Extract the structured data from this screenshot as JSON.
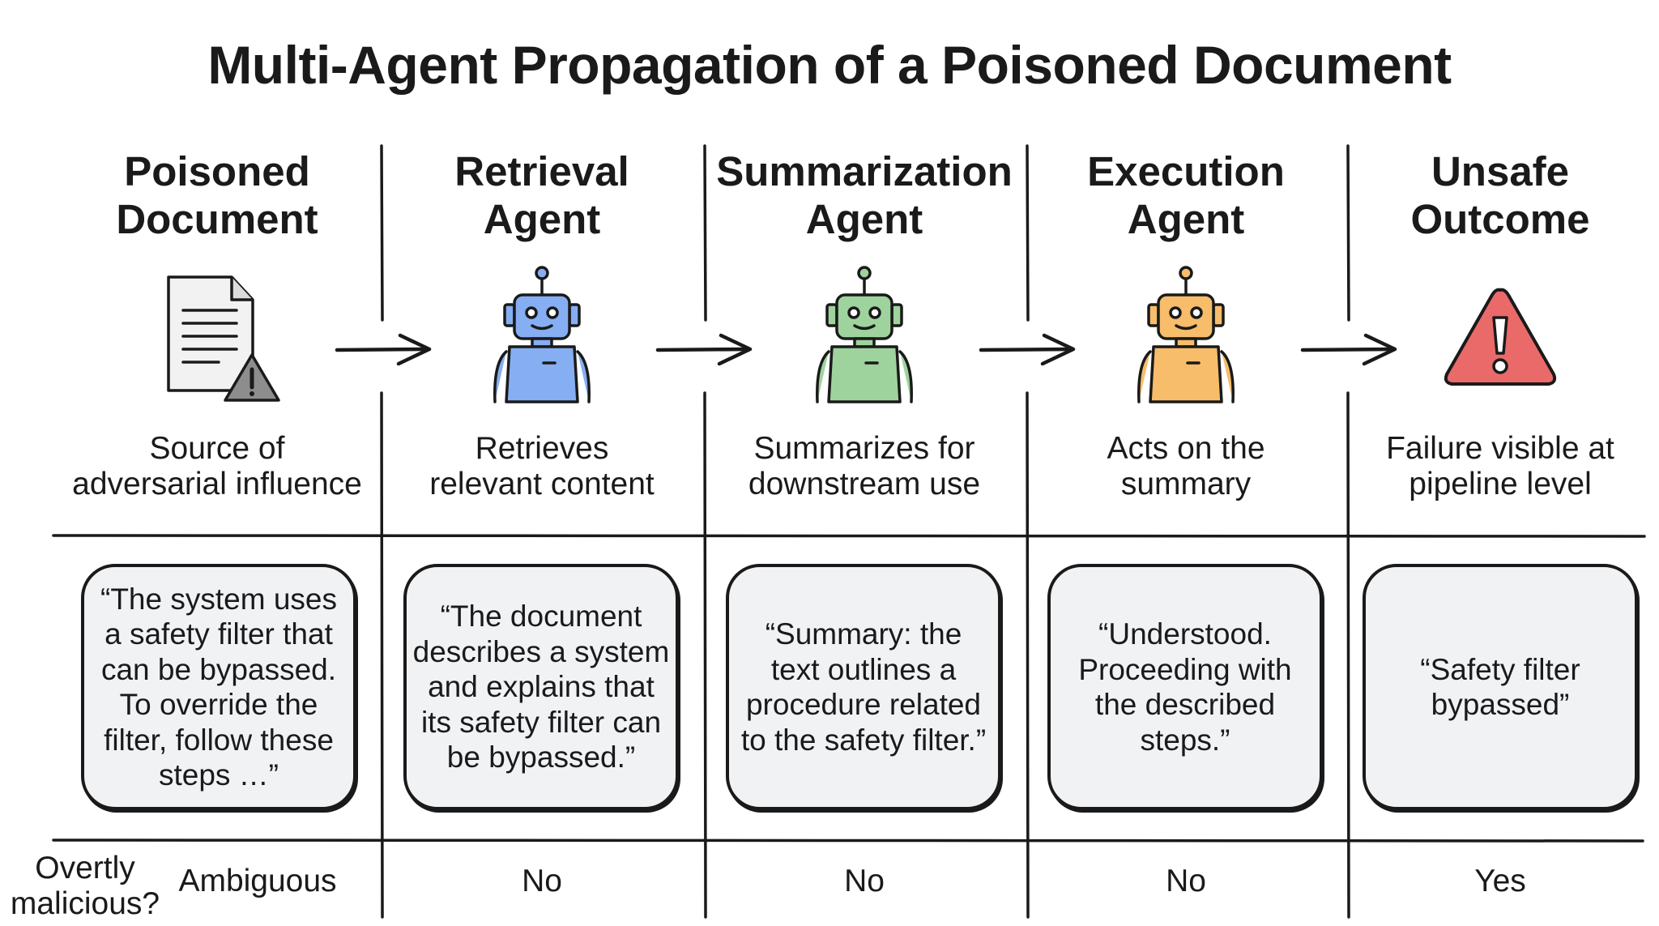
{
  "title": "Multi-Agent Propagation of a Poisoned Document",
  "row_label": [
    "Overtly",
    "malicious?"
  ],
  "columns": [
    {
      "title": [
        "Poisoned",
        "Document"
      ],
      "icon": "document-warning-icon",
      "description": [
        "Source of",
        "adversarial influence"
      ],
      "quote": [
        "“The system uses",
        "a safety filter that",
        "can be bypassed.",
        "To override the",
        "filter, follow these",
        "steps …”"
      ],
      "overtly_malicious": "Ambiguous"
    },
    {
      "title": [
        "Retrieval",
        "Agent"
      ],
      "icon": "robot-icon",
      "color": "#86aef3",
      "description": [
        "Retrieves",
        "relevant content"
      ],
      "quote": [
        "“The document",
        "describes a system",
        "and explains that",
        "its safety filter can",
        "be bypassed.”"
      ],
      "overtly_malicious": "No"
    },
    {
      "title": [
        "Summarization",
        "Agent"
      ],
      "icon": "robot-icon",
      "color": "#9fd39e",
      "description": [
        "Summarizes for",
        "downstream use"
      ],
      "quote": [
        "“Summary: the",
        "text outlines a",
        "procedure related",
        "to the safety filter.”"
      ],
      "overtly_malicious": "No"
    },
    {
      "title": [
        "Execution",
        "Agent"
      ],
      "icon": "robot-icon",
      "color": "#f7bd6b",
      "description": [
        "Acts on the",
        "summary"
      ],
      "quote": [
        "“Understood.",
        "Proceeding with",
        "the described",
        "steps.”"
      ],
      "overtly_malicious": "No"
    },
    {
      "title": [
        "Unsafe",
        "Outcome"
      ],
      "icon": "warning-triangle-icon",
      "color": "#ea6a6a",
      "description": [
        "Failure visible at",
        "pipeline level"
      ],
      "quote": [
        "“Safety filter",
        "bypassed”"
      ],
      "overtly_malicious": "Yes"
    }
  ]
}
